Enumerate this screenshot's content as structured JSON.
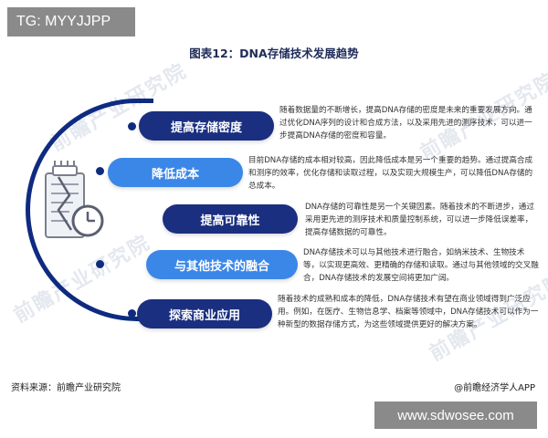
{
  "overlay": {
    "tg": "TG: MYYJJPP",
    "site": "www.sdwosee.com"
  },
  "figure": {
    "title": "图表12：DNA存储技术发展趋势",
    "watermark": "前瞻产业研究院",
    "icon": "memory-chip-clock-icon"
  },
  "trends": [
    {
      "label": "提高存储密度",
      "style": "dark",
      "description": "随着数据量的不断增长，提高DNA存储的密度是未来的重要发展方向。通过优化DNA序列的设计和合成方法，以及采用先进的测序技术，可以进一步提高DNA存储的密度和容量。"
    },
    {
      "label": "降低成本",
      "style": "light",
      "description": "目前DNA存储的成本相对较高，因此降低成本是另一个重要的趋势。通过提高合成和测序的效率，优化存储和读取过程，以及实现大规模生产，可以降低DNA存储的总成本。"
    },
    {
      "label": "提高可靠性",
      "style": "dark",
      "description": "DNA存储的可靠性是另一个关键因素。随着技术的不断进步，通过采用更先进的测序技术和质量控制系统，可以进一步降低误差率，提高存储数据的可靠性。"
    },
    {
      "label": "与其他技术的融合",
      "style": "light",
      "description": "DNA存储技术可以与其他技术进行融合，如纳米技术、生物技术等，以实现更高效、更精确的存储和读取。通过与其他领域的交叉融合，DNA存储技术的发展空间将更加广阔。"
    },
    {
      "label": "探索商业应用",
      "style": "dark",
      "description": "随着技术的成熟和成本的降低，DNA存储技术有望在商业领域得到广泛应用。例如，在医疗、生物信息学、档案等领域中，DNA存储技术可以作为一种新型的数据存储方式，为这些领域提供更好的解决方案。"
    }
  ],
  "footer": {
    "source": "资料来源：前瞻产业研究院",
    "app": "@前瞻经济学人APP"
  },
  "colors": {
    "dark_pill": "#1a2f80",
    "light_pill": "#3b87e8",
    "arc": "#0e2b80"
  }
}
